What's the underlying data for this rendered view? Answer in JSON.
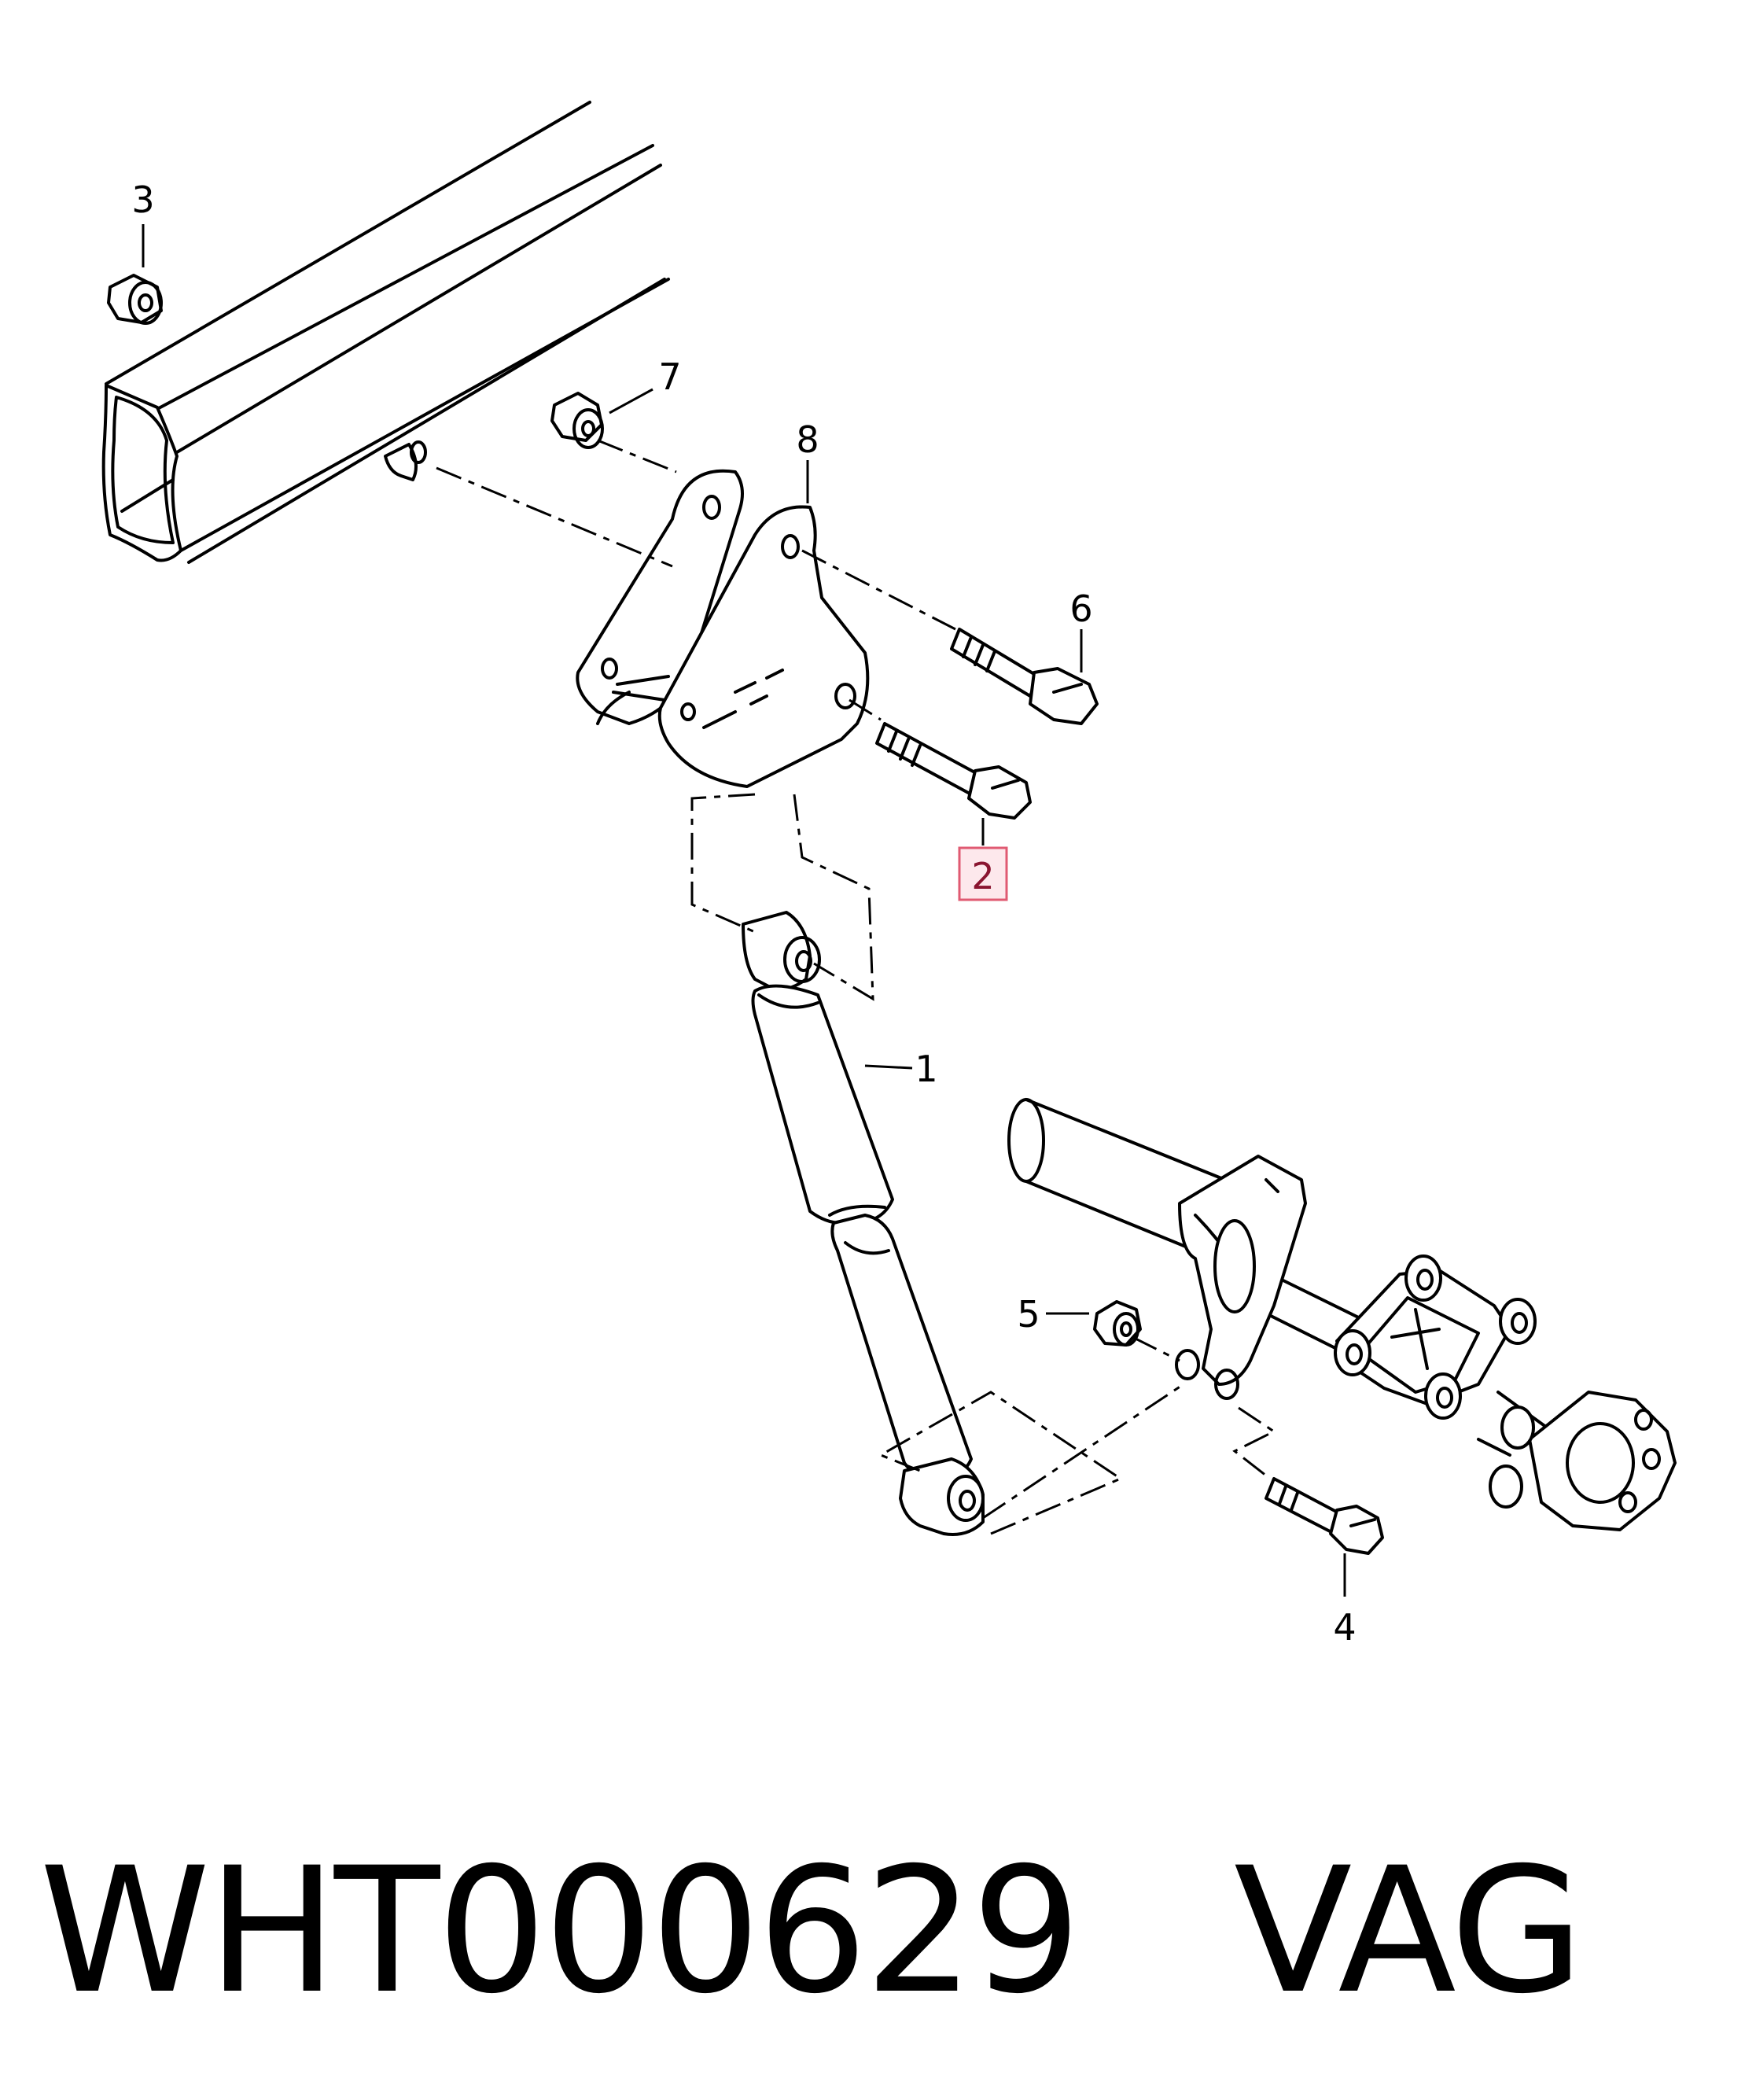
{
  "diagram": {
    "callouts": [
      {
        "id": "part-1",
        "label": "1"
      },
      {
        "id": "part-2",
        "label": "2",
        "highlighted": true
      },
      {
        "id": "part-3",
        "label": "3"
      },
      {
        "id": "part-4",
        "label": "4"
      },
      {
        "id": "part-5",
        "label": "5"
      },
      {
        "id": "part-6",
        "label": "6"
      },
      {
        "id": "part-7",
        "label": "7"
      },
      {
        "id": "part-8",
        "label": "8"
      }
    ],
    "highlight_color": "#e05a72"
  },
  "caption": {
    "text": "WHT000629   VAG"
  }
}
